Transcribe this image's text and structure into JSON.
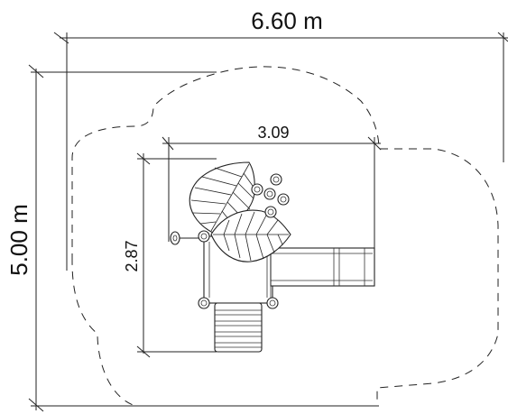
{
  "dimensions": {
    "overall_width": "6.60 m",
    "overall_depth": "5.00 m",
    "equipment_width": "3.09",
    "equipment_depth": "2.87"
  },
  "colors": {
    "line": "#222222",
    "background": "#ffffff"
  }
}
